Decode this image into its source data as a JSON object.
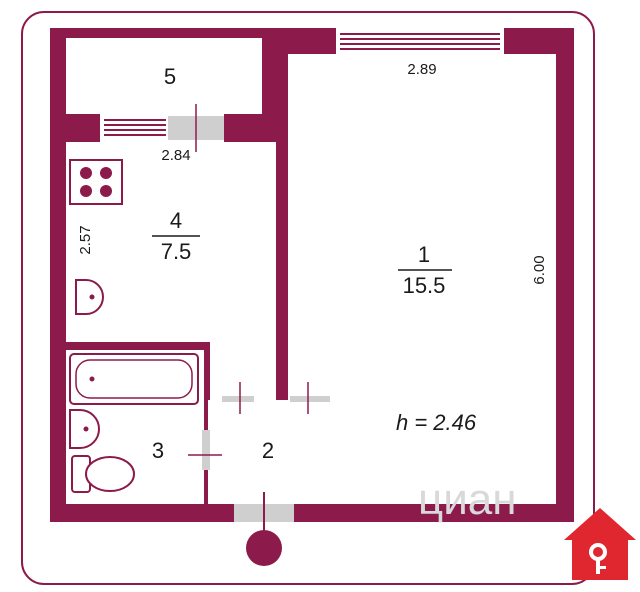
{
  "colors": {
    "wall": "#8c1a4a",
    "window_glass": "#ffffff",
    "door_gray": "#cfcfcf",
    "badge": "#e0262f",
    "watermark": "#d9d9d9"
  },
  "rooms": {
    "r1": {
      "number": "1",
      "area": "15.5"
    },
    "r2": {
      "number": "2"
    },
    "r3": {
      "number": "3"
    },
    "r4": {
      "number": "4",
      "area": "7.5"
    },
    "r5": {
      "number": "5"
    }
  },
  "dimensions": {
    "top_right": "2.89",
    "balcony_window": "2.84",
    "kitchen_side": "2.57",
    "room_side": "6.00"
  },
  "ceiling_height": "h = 2.46",
  "watermark_text": "циан",
  "badge_icon": "house-key-icon"
}
